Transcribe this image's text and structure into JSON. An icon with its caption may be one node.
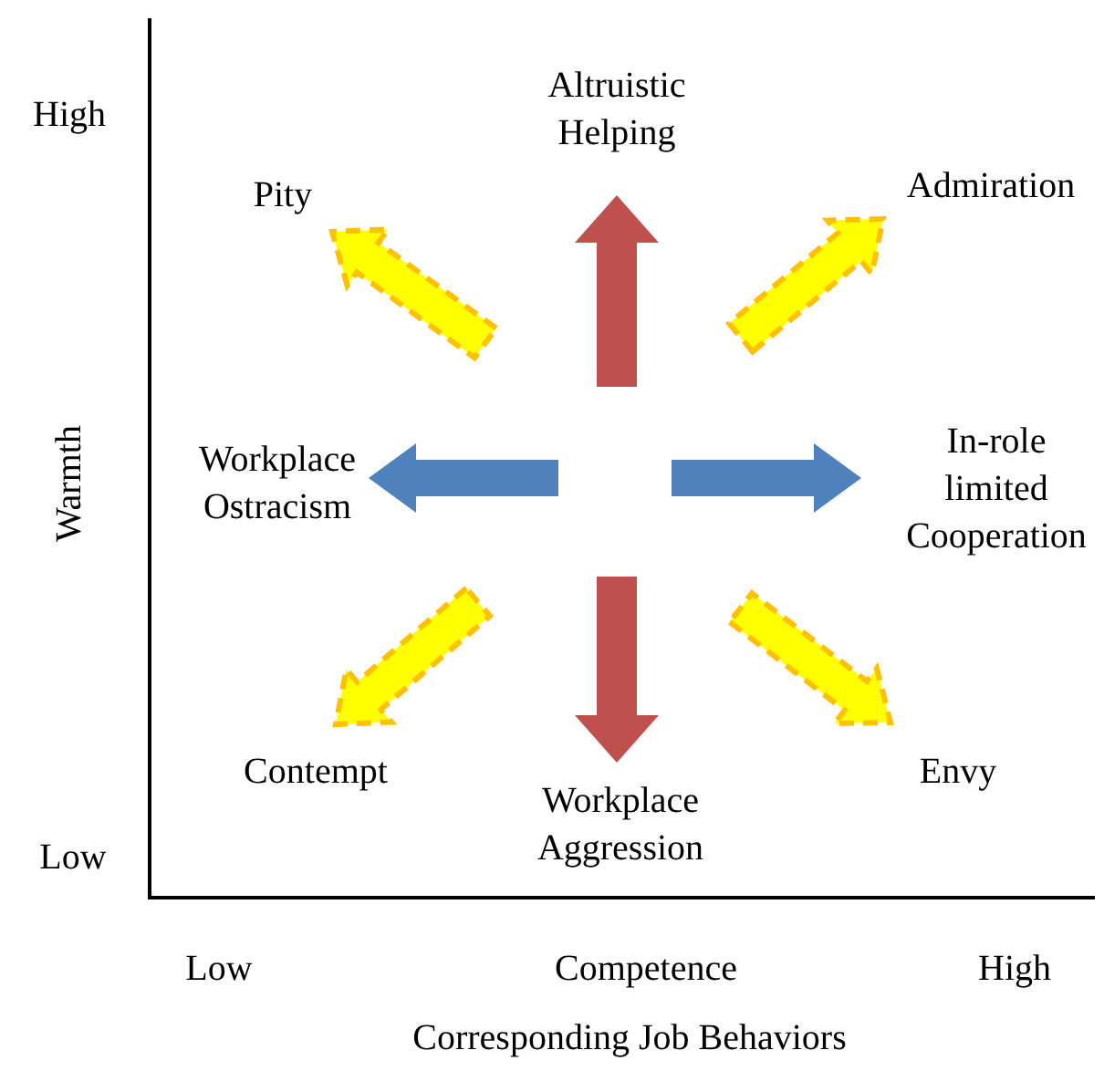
{
  "diagram": {
    "nodes": [
      {
        "text": [
          "Altruistic Helping"
        ]
      },
      {
        "text": [
          "Pity"
        ]
      },
      {
        "text": [
          "Admiration"
        ]
      },
      {
        "text": [
          "Workplace Ostracism"
        ]
      },
      {
        "text": [
          "In-role limited Cooperation"
        ]
      },
      {
        "text": [
          "Contempt"
        ]
      },
      {
        "text": [
          "Workplace Aggression"
        ]
      },
      {
        "text": [
          "Envy"
        ]
      }
    ],
    "edges": [
      {
        "from": null,
        "to": 0,
        "arrow": "to",
        "color": "#c0504d"
      },
      {
        "from": null,
        "to": 1,
        "arrow": "to",
        "style": "dashed",
        "color": "#ffff00"
      },
      {
        "from": null,
        "to": 2,
        "arrow": "to",
        "style": "dashed",
        "color": "#ffff00"
      },
      {
        "from": null,
        "to": 3,
        "arrow": "to",
        "color": "#4f81bd"
      },
      {
        "from": null,
        "to": 4,
        "arrow": "to",
        "color": "#4f81bd"
      },
      {
        "from": null,
        "to": 5,
        "arrow": "to",
        "style": "dashed",
        "color": "#ffff00"
      },
      {
        "from": null,
        "to": 6,
        "arrow": "to",
        "color": "#c0504d"
      },
      {
        "from": null,
        "to": 7,
        "arrow": "to",
        "style": "dashed",
        "color": "#ffff00"
      }
    ],
    "labels": [
      "High",
      "Warmth",
      "Low",
      "Low",
      "Competence",
      "High",
      "Corresponding Job Behaviors"
    ]
  }
}
